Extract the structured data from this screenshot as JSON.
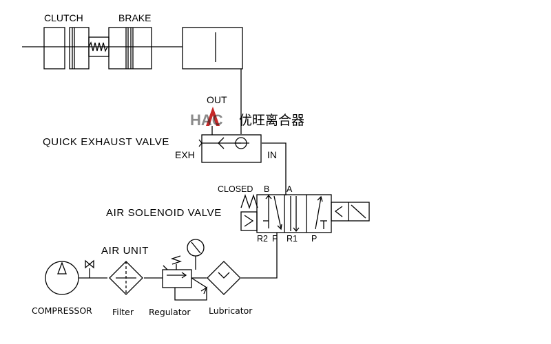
{
  "labels": {
    "clutch": "CLUTCH",
    "brake": "BRAKE",
    "out": "OUT",
    "quick_exhaust_valve": "QUICK  EXHAUST  VALVE",
    "exh": "EXH",
    "in": "IN",
    "closed": "CLOSED",
    "port_b": "B",
    "port_a": "A",
    "air_solenoid_valve": "AIR  SOLENOID  VALVE",
    "port_r2": "R2",
    "port_f": "F",
    "port_r1": "R1",
    "port_p": "P",
    "air_unit": "AIR  UNIT",
    "compressor": "COMPRESSOR",
    "filter": "Filter",
    "regulator": "Regulator",
    "lubricator": "Lubricator"
  },
  "watermark": {
    "brand": "HAC",
    "chinese_name": "优旺离合器"
  },
  "colors": {
    "line": "#000000",
    "background": "#ffffff",
    "watermark_red": "#c62828",
    "watermark_dark": "#2b2b2b"
  }
}
